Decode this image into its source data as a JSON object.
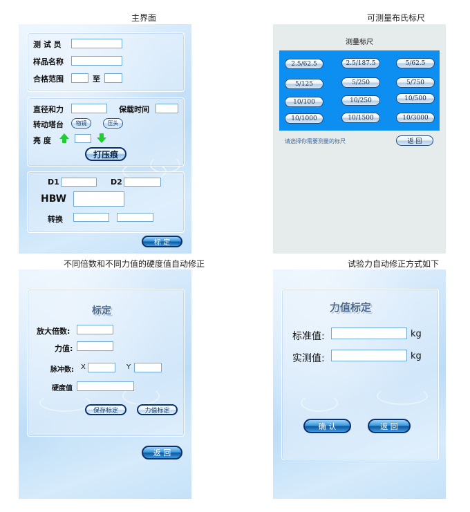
{
  "captions": {
    "main": "主界面",
    "scale_select": "可测量布氏标尺",
    "calibration": "不同倍数和不同力值的硬度值自动修正",
    "force": "试验力自动修正方式如下"
  },
  "main": {
    "tester_label": "测 试 员",
    "sample_label": "样品名称",
    "range_label": "合格范围",
    "range_to": "至",
    "diameter_force_label": "直径和力",
    "hold_time_label": "保载时间",
    "turret_label": "转动塔台",
    "btn_objective": "物镜",
    "btn_indenter": "压头",
    "brightness_label": "亮 度",
    "btn_press": "打压痕",
    "d1_label": "D1",
    "d2_label": "D2",
    "hbw_label": "HBW",
    "convert_label": "转换",
    "btn_calibrate": "标 定"
  },
  "scale": {
    "title": "测量标尺",
    "buttons": [
      "2.5/62.5",
      "2.5/187.5",
      "5/62.5",
      "5/125",
      "5/250",
      "5/750",
      "10/100",
      "10/250",
      "10/500",
      "10/1000",
      "10/1500",
      "10/3000"
    ],
    "hint": "请选择你需要测量的标尺",
    "back": "返 回"
  },
  "calibration": {
    "title": "标定",
    "magnification_label": "放大倍数:",
    "force_label": "力值:",
    "pulse_label": "脉冲数:",
    "x_label": "X",
    "y_label": "Y",
    "hardness_label": "硬度值",
    "btn_save": "保存标定",
    "btn_force": "力值标定",
    "btn_back": "返 回"
  },
  "force": {
    "title": "力值标定",
    "standard_label": "标准值:",
    "measured_label": "实测值:",
    "unit1": "kg",
    "unit2": "kg",
    "btn_confirm": "确 认",
    "btn_back": "返 回"
  },
  "colors": {
    "accent_blue": "#0c8ff0",
    "button_border": "#0c2f6e",
    "arrow_green": "#22cc33"
  }
}
